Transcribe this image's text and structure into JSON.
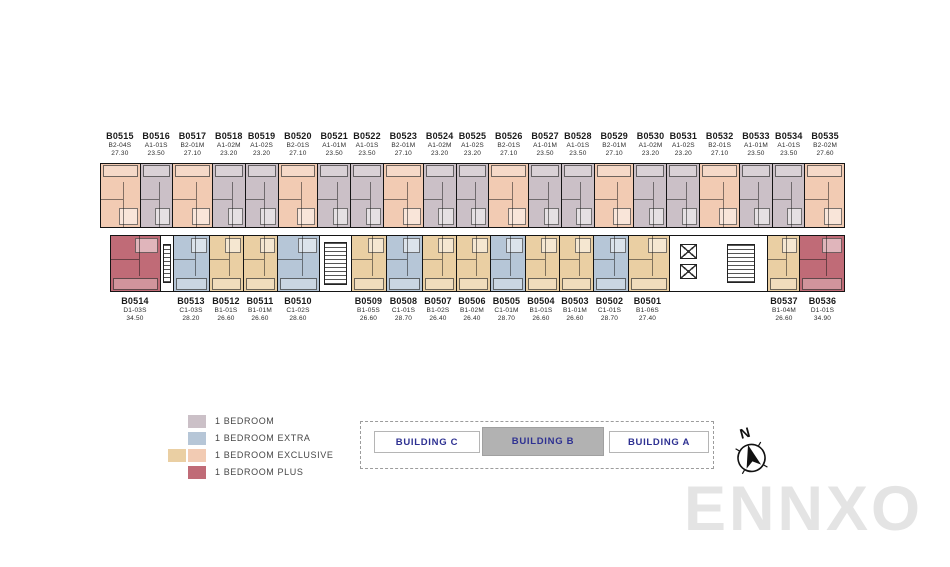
{
  "watermark": "ENNXO",
  "compass": {
    "label": "N"
  },
  "legend": {
    "items": [
      {
        "label": "1 BEDROOM",
        "swatches": [
          "mauve"
        ]
      },
      {
        "label": "1 BEDROOM EXTRA",
        "swatches": [
          "blue"
        ]
      },
      {
        "label": "1 BEDROOM EXCLUSIVE",
        "swatches": [
          "tan",
          "peach"
        ]
      },
      {
        "label": "1 BEDROOM PLUS",
        "swatches": [
          "rose"
        ]
      }
    ]
  },
  "site_map": {
    "accent_color": "#2e3192",
    "selected_fill": "#b2b2b2",
    "buildings": [
      {
        "label": "BUILDING C",
        "selected": false
      },
      {
        "label": "BUILDING B",
        "selected": true
      },
      {
        "label": "BUILDING A",
        "selected": false
      }
    ]
  },
  "floor_plan": {
    "colors": {
      "mauve": "#cbc0c7",
      "peach": "#f2cbb3",
      "blue": "#b6c6d7",
      "tan": "#eacfa3",
      "rose": "#c06b77"
    },
    "top_row": [
      {
        "kind": "unit",
        "code": "B0515",
        "type": "B2-04S",
        "area": "27.30",
        "color": "peach",
        "w": 40
      },
      {
        "kind": "unit",
        "code": "B0516",
        "type": "A1-01S",
        "area": "23.50",
        "color": "mauve",
        "w": 33
      },
      {
        "kind": "unit",
        "code": "B0517",
        "type": "B2-01M",
        "area": "27.10",
        "color": "peach",
        "w": 40
      },
      {
        "kind": "unit",
        "code": "B0518",
        "type": "A1-02M",
        "area": "23.20",
        "color": "mauve",
        "w": 33
      },
      {
        "kind": "unit",
        "code": "B0519",
        "type": "A1-02S",
        "area": "23.20",
        "color": "mauve",
        "w": 33
      },
      {
        "kind": "unit",
        "code": "B0520",
        "type": "B2-01S",
        "area": "27.10",
        "color": "peach",
        "w": 40
      },
      {
        "kind": "unit",
        "code": "B0521",
        "type": "A1-01M",
        "area": "23.50",
        "color": "mauve",
        "w": 33
      },
      {
        "kind": "unit",
        "code": "B0522",
        "type": "A1-01S",
        "area": "23.50",
        "color": "mauve",
        "w": 33
      },
      {
        "kind": "unit",
        "code": "B0523",
        "type": "B2-01M",
        "area": "27.10",
        "color": "peach",
        "w": 40
      },
      {
        "kind": "unit",
        "code": "B0524",
        "type": "A1-02M",
        "area": "23.20",
        "color": "mauve",
        "w": 33
      },
      {
        "kind": "unit",
        "code": "B0525",
        "type": "A1-02S",
        "area": "23.20",
        "color": "mauve",
        "w": 33
      },
      {
        "kind": "unit",
        "code": "B0526",
        "type": "B2-01S",
        "area": "27.10",
        "color": "peach",
        "w": 40
      },
      {
        "kind": "unit",
        "code": "B0527",
        "type": "A1-01M",
        "area": "23.50",
        "color": "mauve",
        "w": 33
      },
      {
        "kind": "unit",
        "code": "B0528",
        "type": "A1-01S",
        "area": "23.50",
        "color": "mauve",
        "w": 33
      },
      {
        "kind": "unit",
        "code": "B0529",
        "type": "B2-01M",
        "area": "27.10",
        "color": "peach",
        "w": 40
      },
      {
        "kind": "unit",
        "code": "B0530",
        "type": "A1-02M",
        "area": "23.20",
        "color": "mauve",
        "w": 33
      },
      {
        "kind": "unit",
        "code": "B0531",
        "type": "A1-02S",
        "area": "23.20",
        "color": "mauve",
        "w": 33
      },
      {
        "kind": "unit",
        "code": "B0532",
        "type": "B2-01S",
        "area": "27.10",
        "color": "peach",
        "w": 40
      },
      {
        "kind": "unit",
        "code": "B0533",
        "type": "A1-01M",
        "area": "23.50",
        "color": "mauve",
        "w": 33
      },
      {
        "kind": "unit",
        "code": "B0534",
        "type": "A1-01S",
        "area": "23.50",
        "color": "mauve",
        "w": 33
      },
      {
        "kind": "unit",
        "code": "B0535",
        "type": "B2-02M",
        "area": "27.60",
        "color": "peach",
        "w": 40
      }
    ],
    "bottom_row": [
      {
        "kind": "unit",
        "code": "B0514",
        "type": "D1-03S",
        "area": "34.50",
        "color": "rose",
        "w": 50
      },
      {
        "kind": "stair-small",
        "w": 13
      },
      {
        "kind": "unit",
        "code": "B0513",
        "type": "C1-03S",
        "area": "28.20",
        "color": "blue",
        "w": 36
      },
      {
        "kind": "unit",
        "code": "B0512",
        "type": "B1-01S",
        "area": "26.60",
        "color": "tan",
        "w": 34
      },
      {
        "kind": "unit",
        "code": "B0511",
        "type": "B1-01M",
        "area": "26.60",
        "color": "tan",
        "w": 34
      },
      {
        "kind": "unit",
        "code": "B0510",
        "type": "C1-02S",
        "area": "28.60",
        "color": "blue",
        "w": 42
      },
      {
        "kind": "stair",
        "w": 32
      },
      {
        "kind": "unit",
        "code": "B0509",
        "type": "B1-05S",
        "area": "26.60",
        "color": "tan",
        "w": 35
      },
      {
        "kind": "unit",
        "code": "B0508",
        "type": "C1-01S",
        "area": "28.70",
        "color": "blue",
        "w": 35
      },
      {
        "kind": "unit",
        "code": "B0507",
        "type": "B1-02S",
        "area": "26.40",
        "color": "tan",
        "w": 34
      },
      {
        "kind": "unit",
        "code": "B0506",
        "type": "B1-02M",
        "area": "26.40",
        "color": "tan",
        "w": 34
      },
      {
        "kind": "unit",
        "code": "B0505",
        "type": "C1-01M",
        "area": "28.70",
        "color": "blue",
        "w": 35
      },
      {
        "kind": "unit",
        "code": "B0504",
        "type": "B1-01S",
        "area": "26.60",
        "color": "tan",
        "w": 34
      },
      {
        "kind": "unit",
        "code": "B0503",
        "type": "B1-01M",
        "area": "26.60",
        "color": "tan",
        "w": 34
      },
      {
        "kind": "unit",
        "code": "B0502",
        "type": "C1-01S",
        "area": "28.70",
        "color": "blue",
        "w": 35
      },
      {
        "kind": "unit",
        "code": "B0501",
        "type": "B1-06S",
        "area": "27.40",
        "color": "tan",
        "w": 41
      },
      {
        "kind": "core",
        "w": 100
      },
      {
        "kind": "unit",
        "code": "B0537",
        "type": "B1-04M",
        "area": "26.60",
        "color": "tan",
        "w": 32
      },
      {
        "kind": "unit",
        "code": "B0536",
        "type": "D1-01S",
        "area": "34.90",
        "color": "rose",
        "w": 45
      }
    ]
  }
}
